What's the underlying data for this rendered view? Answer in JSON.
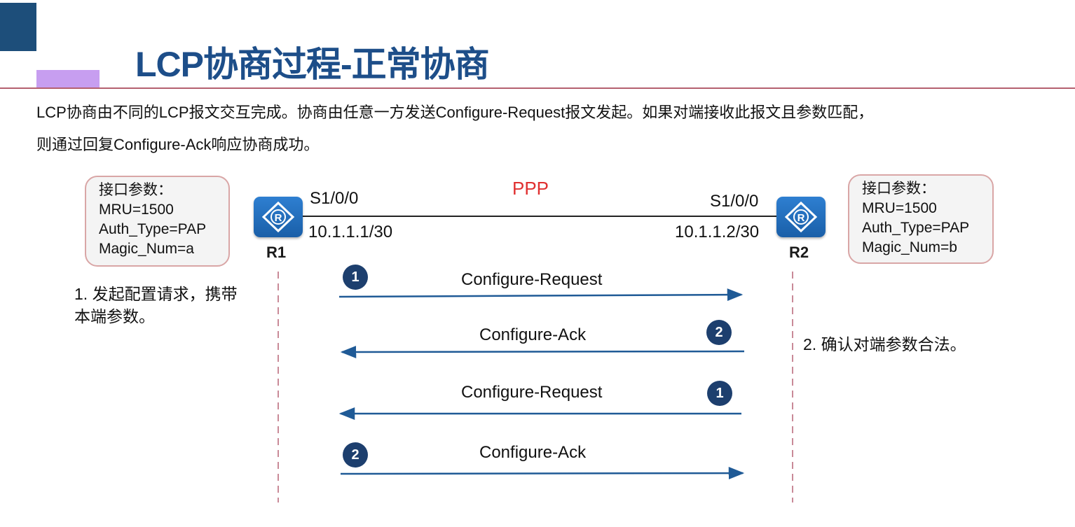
{
  "colors": {
    "title_blue": "#1d4e89",
    "corner_navy": "#1d4e7a",
    "accent_purple": "#c79ef0",
    "rule_red": "#b56070",
    "ppp_red": "#e03030",
    "arrow_blue": "#1f5a96",
    "badge_navy": "#1d3f6e",
    "lifeline_pink": "#c98a98"
  },
  "title": "LCP协商过程-正常协商",
  "intro": {
    "line1": "LCP协商由不同的LCP报文交互完成。协商由任意一方发送Configure-Request报文发起。如果对端接收此报文且参数匹配，",
    "line2": "则通过回复Configure-Ack响应协商成功。"
  },
  "diagram": {
    "link_label": "PPP",
    "r1": {
      "name": "R1",
      "interface": "S1/0/0",
      "ip": "10.1.1.1/30",
      "params": [
        "接口参数：",
        "MRU=1500",
        "Auth_Type=PAP",
        "Magic_Num=a"
      ],
      "note": [
        "1. 发起配置请求，携带",
        "本端参数。"
      ]
    },
    "r2": {
      "name": "R2",
      "interface": "S1/0/0",
      "ip": "10.1.1.2/30",
      "params": [
        "接口参数：",
        "MRU=1500",
        "Auth_Type=PAP",
        "Magic_Num=b"
      ],
      "note": [
        "2. 确认对端参数合法。"
      ]
    },
    "router_icon": "router-icon",
    "messages": [
      {
        "label": "Configure-Request",
        "direction": "R1->R2",
        "step": "1"
      },
      {
        "label": "Configure-Ack",
        "direction": "R2->R1",
        "step": "2"
      },
      {
        "label": "Configure-Request",
        "direction": "R2->R1",
        "step": "1"
      },
      {
        "label": "Configure-Ack",
        "direction": "R1->R2",
        "step": "2"
      }
    ]
  }
}
